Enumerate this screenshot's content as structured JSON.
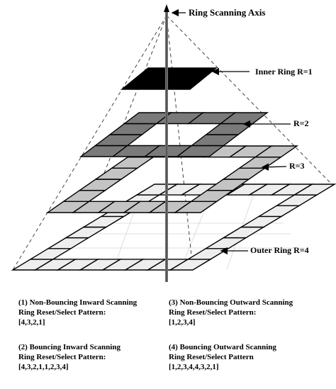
{
  "diagram": {
    "axis_label": "Ring Scanning Axis",
    "ring_labels": [
      "Inner Ring R=1",
      "R=2",
      "R=3",
      "Outer Ring R=4"
    ],
    "ring_fills": {
      "r1": "#000000",
      "r2": "#7a7a7a",
      "r3": "#c4c4c4",
      "r4": "#eeeeee"
    }
  },
  "patterns": [
    {
      "lines": [
        "(1) Non-Bouncing Inward Scanning",
        "Ring Reset/Select Pattern:",
        "[4,3,2,1]"
      ]
    },
    {
      "lines": [
        "(3) Non-Bouncing Outward Scanning",
        "Ring Reset/Select Pattern:",
        "[1,2,3,4]"
      ]
    },
    {
      "lines": [
        "(2) Bouncing Inward Scanning",
        "Ring Reset/Select Pattern:",
        "[4,3,2,1,1,2,3,4]"
      ]
    },
    {
      "lines": [
        "(4) Bouncing Outward Scanning",
        "Ring Reset/Select Pattern",
        "[1,2,3,4,4,3,2,1]"
      ]
    }
  ]
}
